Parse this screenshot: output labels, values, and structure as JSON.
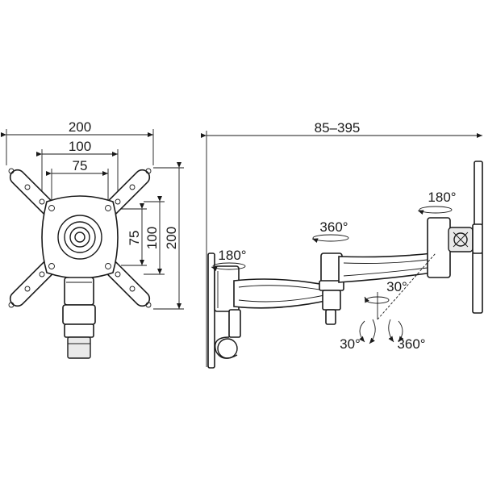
{
  "front_view": {
    "dim_top": "200",
    "dim_mid": "100",
    "dim_low": "75",
    "dim_right_inner": "75",
    "dim_right_mid": "100",
    "dim_right_outer": "200"
  },
  "side_view": {
    "dim_span": "85–395",
    "rot_wall": "180°",
    "rot_elbow": "360°",
    "rot_head": "180°",
    "tilt_up": "30°",
    "tilt_left": "30°",
    "swivel": "360°"
  }
}
